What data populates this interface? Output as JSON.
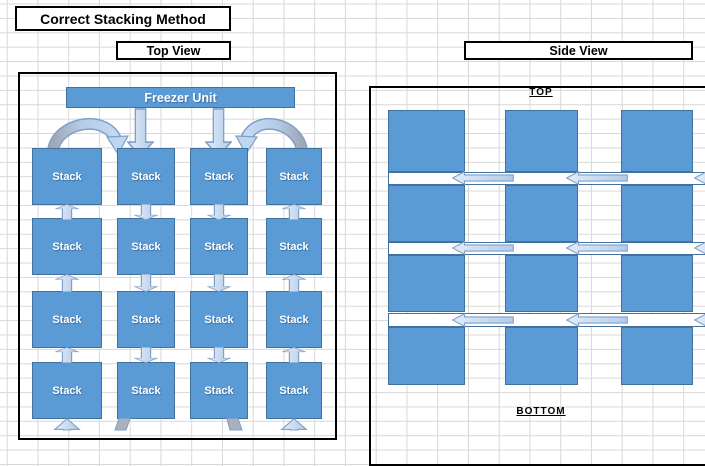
{
  "titles": {
    "main": "Correct Stacking Method",
    "top_view": "Top View",
    "side_view": "Side View"
  },
  "top_view": {
    "freezer_label": "Freezer Unit",
    "stack_label": "Stack",
    "grid": {
      "rows": 4,
      "columns": 4
    },
    "airflow": {
      "down_arrow_columns": [
        2,
        3
      ],
      "up_arrow_columns": [
        1,
        4
      ],
      "curved_return_arcs": [
        "column1-to-column2",
        "column4-to-column3"
      ]
    }
  },
  "side_view": {
    "top_label": "TOP",
    "bottom_label": "BOTTOM",
    "grid": {
      "rows": 4,
      "columns": 3
    },
    "arrow_direction": "left",
    "arrow_rows_between_layers": 3
  },
  "colors": {
    "box_fill": "#5B9BD5",
    "box_border": "#41719C",
    "arrow_fill_light": "#C7DAF1",
    "arrow_border": "#7FA0C8",
    "arc_tail_gray": "#A9B1BE",
    "frame_border": "#000000",
    "grid_line": "#D8D8D8"
  }
}
